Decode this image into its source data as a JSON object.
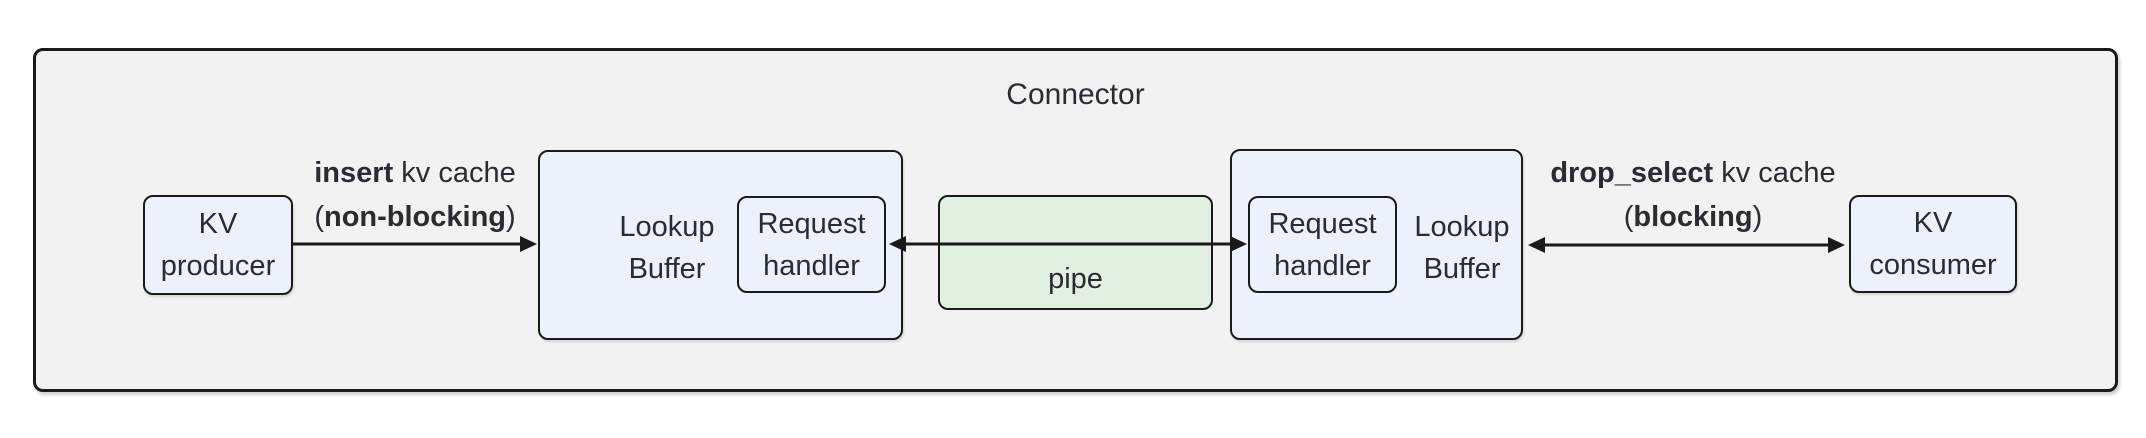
{
  "title": "Connector",
  "colors": {
    "container_fill": "#f2f2f2",
    "node_fill": "#edf1fb",
    "pipe_fill": "#e2f0e2",
    "border": "#1a1a1a",
    "text": "#2b2b33"
  },
  "nodes": {
    "kv_producer": {
      "lines": [
        "KV",
        "producer"
      ]
    },
    "lookup_buffer_left": {
      "lines": [
        "Lookup",
        "Buffer"
      ]
    },
    "request_handler_left": {
      "lines": [
        "Request",
        "handler"
      ]
    },
    "pipe": {
      "label": "pipe"
    },
    "request_handler_right": {
      "lines": [
        "Request",
        "handler"
      ]
    },
    "lookup_buffer_right": {
      "lines": [
        "Lookup",
        "Buffer"
      ]
    },
    "kv_consumer": {
      "lines": [
        "KV",
        "consumer"
      ]
    }
  },
  "edges": {
    "insert": {
      "line1_bold": "insert",
      "line1_rest": " kv cache",
      "line2_pre": "(",
      "line2_bold": "non-blocking",
      "line2_post": ")"
    },
    "drop_select": {
      "line1_bold": "drop_select",
      "line1_rest": " kv cache",
      "line2_pre": "(",
      "line2_bold": "blocking",
      "line2_post": ")"
    }
  }
}
